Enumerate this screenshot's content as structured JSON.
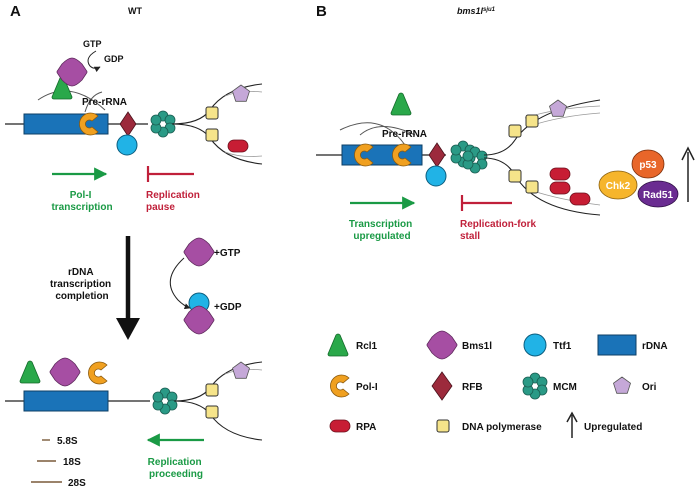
{
  "panels": {
    "a": {
      "letter": "A",
      "title": "WT",
      "gtp": "GTP",
      "gdp": "GDP",
      "pre_rrna": "Pre-rRNA",
      "pol_transcription": [
        "Pol-I",
        "transcription"
      ],
      "replication_pause": [
        "Replication",
        "pause"
      ],
      "completion": [
        "rDNA",
        "transcription",
        "completion"
      ],
      "plus_gtp": "+GTP",
      "plus_gdp": "+GDP",
      "rrna_sizes": [
        "5.8S",
        "18S",
        "28S"
      ],
      "replication_proceeding": [
        "Replication",
        "proceeding"
      ]
    },
    "b": {
      "letter": "B",
      "title_main": "bms1l",
      "title_sup": "sju1",
      "pre_rrna": "Pre-rRNA",
      "transcription_upregulated": [
        "Transcription",
        "upregulated"
      ],
      "fork_stall": [
        "Replication-fork",
        "stall"
      ],
      "proteins": [
        "Chk2",
        "p53",
        "Rad51"
      ]
    }
  },
  "legend": [
    {
      "label": "Rcl1",
      "icon": "triangle"
    },
    {
      "label": "Bms1l",
      "icon": "rounded-diamond"
    },
    {
      "label": "Ttf1",
      "icon": "circle"
    },
    {
      "label": "rDNA",
      "icon": "rectangle"
    },
    {
      "label": "Pol-I",
      "icon": "c-shape"
    },
    {
      "label": "RFB",
      "icon": "diamond"
    },
    {
      "label": "MCM",
      "icon": "mcm-hexamer"
    },
    {
      "label": "Ori",
      "icon": "pentagon"
    },
    {
      "label": "RPA",
      "icon": "red-pill"
    },
    {
      "label": "DNA polymerase",
      "icon": "yellow-square"
    },
    {
      "label": "Upregulated",
      "icon": "up-arrow"
    }
  ],
  "colors": {
    "rcl1": "#2aa84a",
    "bms1l": "#a64ea3",
    "ttf1": "#21b3e6",
    "rdna": "#1a73b8",
    "pol_i": "#f0a020",
    "rfb": "#9c2a3c",
    "mcm": "#2a9a86",
    "ori": "#c5a8d8",
    "rpa": "#c71d34",
    "dna_polymerase": "#f6e48a",
    "green_text": "#1a9a45",
    "red_text": "#c0203a",
    "chk2": "#f6b52c",
    "p53": "#e8662a",
    "rad51": "#6a2c91"
  }
}
